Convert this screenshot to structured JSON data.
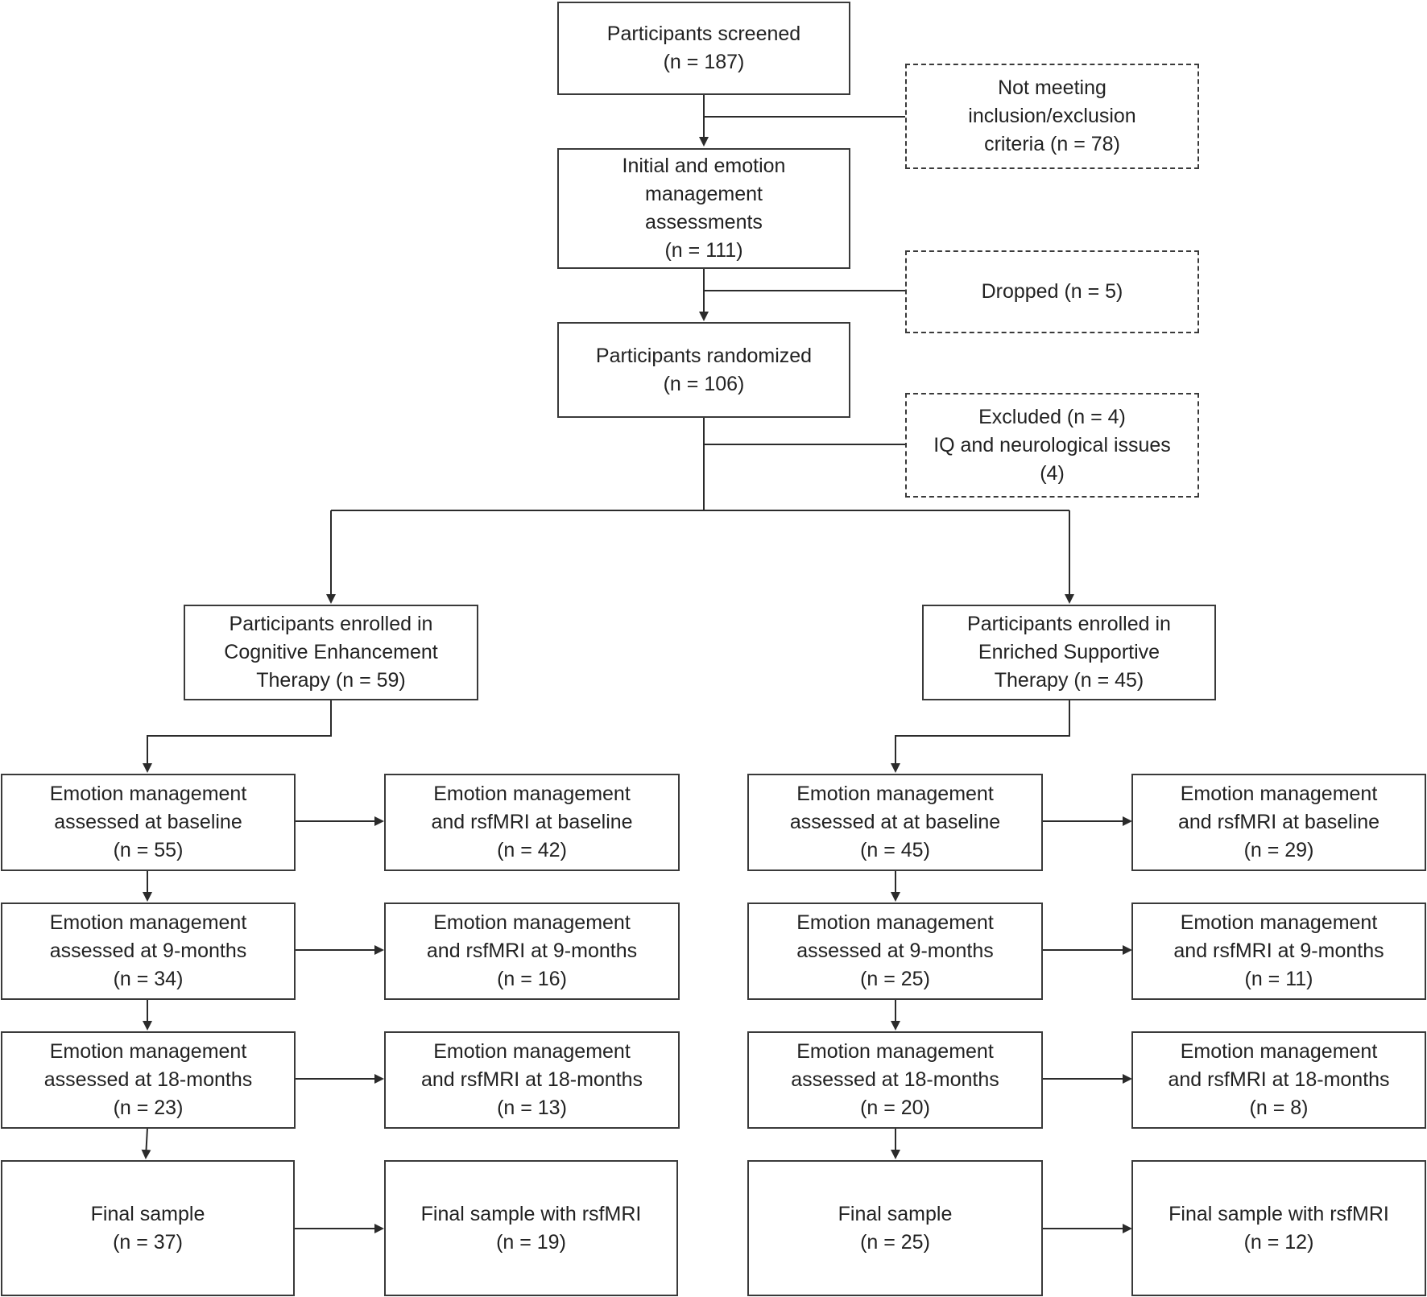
{
  "flowchart": {
    "screened": {
      "lines": [
        "Participants screened",
        "(n = 187)"
      ]
    },
    "not_meeting": {
      "lines": [
        "Not meeting",
        "inclusion/exclusion",
        "criteria (n = 78)"
      ]
    },
    "initial": {
      "lines": [
        "Initial and emotion",
        "management",
        "assessments",
        "(n = 111)"
      ]
    },
    "dropped": {
      "lines": [
        "Dropped (n = 5)"
      ]
    },
    "randomized": {
      "lines": [
        "Participants randomized",
        "(n = 106)"
      ]
    },
    "excluded": {
      "lines": [
        "Excluded (n = 4)",
        "IQ and neurological issues",
        "(4)"
      ]
    },
    "cet_enrolled": {
      "lines": [
        "Participants enrolled in",
        "Cognitive Enhancement",
        "Therapy (n = 59)"
      ]
    },
    "est_enrolled": {
      "lines": [
        "Participants enrolled in",
        "Enriched Supportive",
        "Therapy (n = 45)"
      ]
    },
    "cet_baseline": {
      "lines": [
        "Emotion management",
        "assessed at baseline",
        "(n = 55)"
      ]
    },
    "cet_baseline_mri": {
      "lines": [
        "Emotion management",
        "and rsfMRI at baseline",
        "(n = 42)"
      ]
    },
    "cet_9m": {
      "lines": [
        "Emotion management",
        "assessed at 9-months",
        "(n = 34)"
      ]
    },
    "cet_9m_mri": {
      "lines": [
        "Emotion management",
        "and rsfMRI at 9-months",
        "(n = 16)"
      ]
    },
    "cet_18m": {
      "lines": [
        "Emotion management",
        "assessed at 18-months",
        "(n = 23)"
      ]
    },
    "cet_18m_mri": {
      "lines": [
        "Emotion management",
        "and rsfMRI at 18-months",
        "(n = 13)"
      ]
    },
    "cet_final": {
      "lines": [
        "Final sample",
        "(n = 37)"
      ]
    },
    "cet_final_mri": {
      "lines": [
        "Final sample with rsfMRI",
        "(n = 19)"
      ]
    },
    "est_baseline": {
      "lines": [
        "Emotion management",
        "assessed at at baseline",
        "(n = 45)"
      ]
    },
    "est_baseline_mri": {
      "lines": [
        "Emotion management",
        "and rsfMRI at baseline",
        "(n = 29)"
      ]
    },
    "est_9m": {
      "lines": [
        "Emotion management",
        "assessed at 9-months",
        "(n = 25)"
      ]
    },
    "est_9m_mri": {
      "lines": [
        "Emotion management",
        "and rsfMRI at 9-months",
        "(n = 11)"
      ]
    },
    "est_18m": {
      "lines": [
        "Emotion management",
        "assessed at 18-months",
        "(n = 20)"
      ]
    },
    "est_18m_mri": {
      "lines": [
        "Emotion management",
        "and rsfMRI at 18-months",
        "(n = 8)"
      ]
    },
    "est_final": {
      "lines": [
        "Final sample",
        "(n = 25)"
      ]
    },
    "est_final_mri": {
      "lines": [
        "Final sample with rsfMRI",
        "(n = 12)"
      ]
    }
  },
  "colors": {
    "line": "#2b2b2b",
    "border": "#3a3a3a",
    "text": "#222222"
  }
}
